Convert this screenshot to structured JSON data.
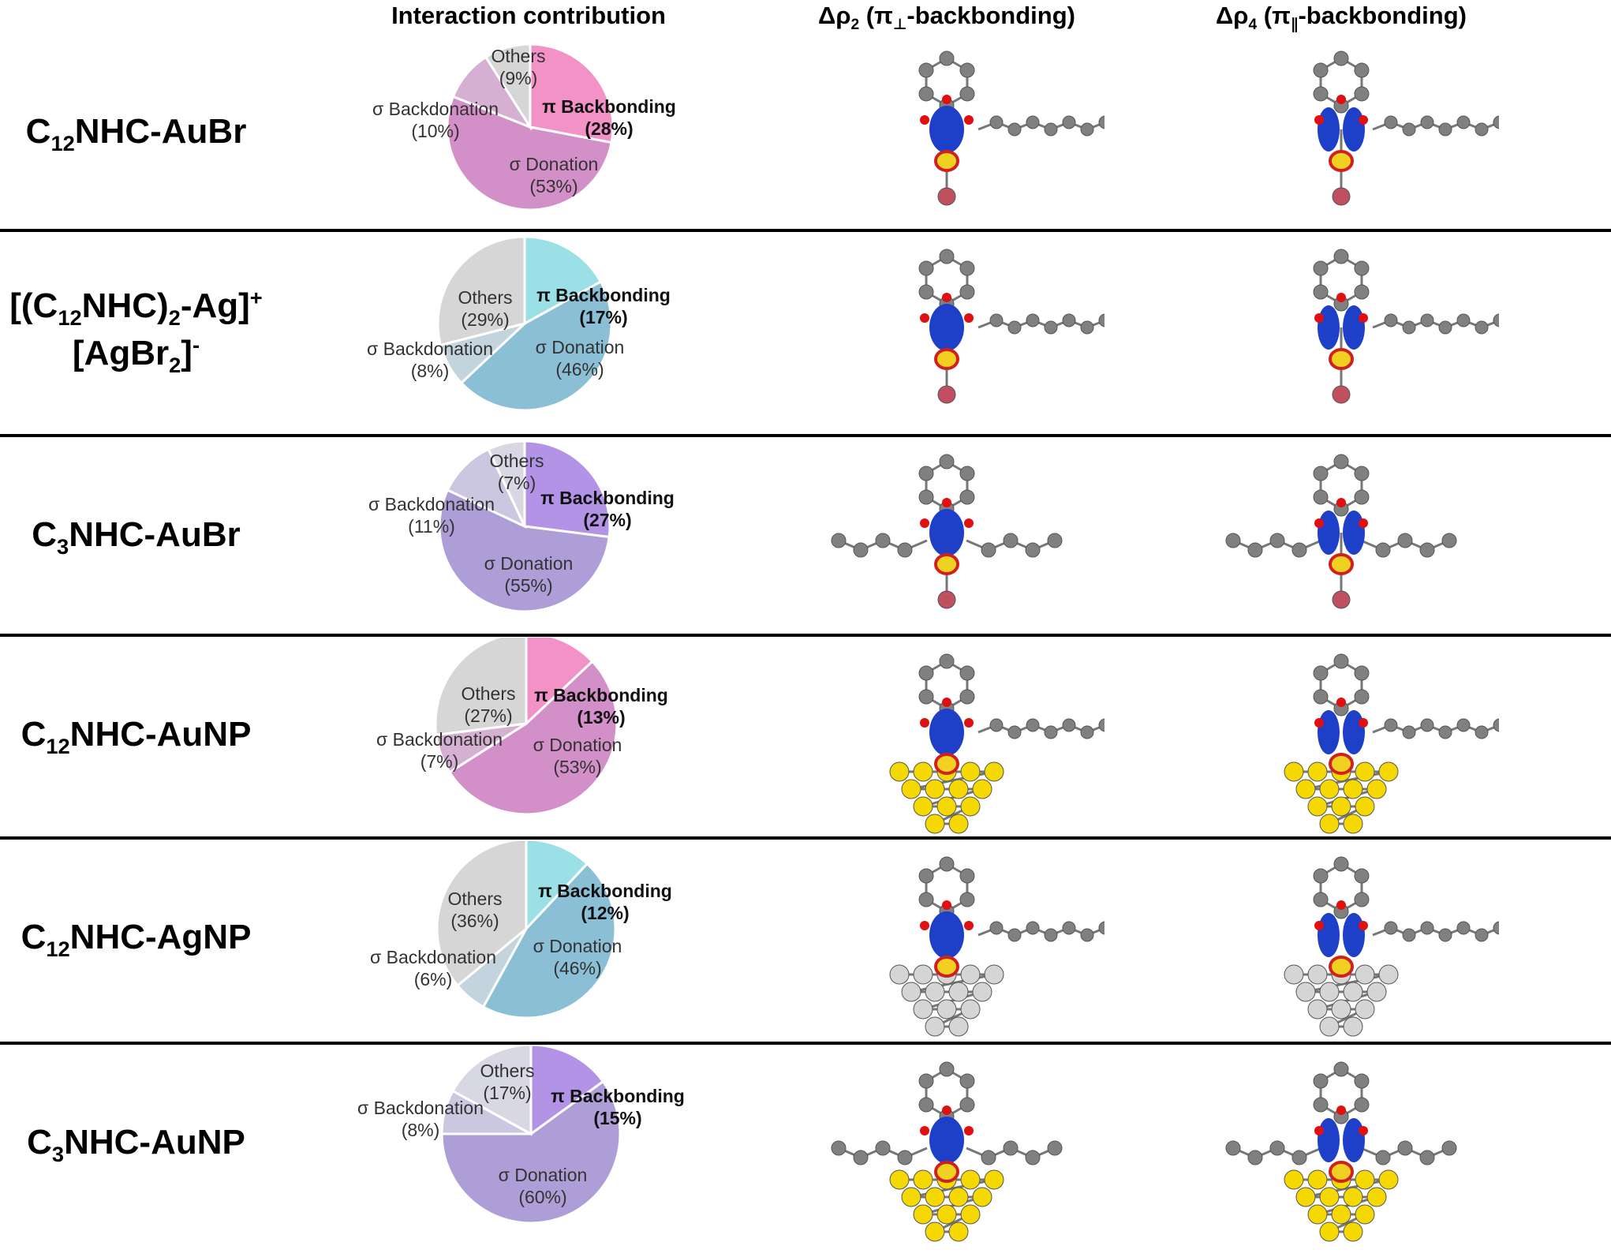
{
  "headers": {
    "pie": "Interaction contribution",
    "rho2_main": "Δρ",
    "rho2_sub": "2",
    "rho2_rest": " (π",
    "rho2_perp": "⊥",
    "rho2_tail": "-backbonding)",
    "rho4_main": "Δρ",
    "rho4_sub": "4",
    "rho4_rest": " (π",
    "rho4_par": "∥",
    "rho4_tail": "-backbonding)"
  },
  "rows": [
    {
      "label_parts": [
        [
          "C",
          ""
        ],
        [
          "12",
          "sub"
        ],
        [
          "NHC-AuBr",
          ""
        ]
      ]
    },
    {
      "label_parts": [
        [
          "[(C",
          ""
        ],
        [
          "12",
          "sub"
        ],
        [
          "NHC)",
          ""
        ],
        [
          "2",
          "sub"
        ],
        [
          "-Ag]",
          ""
        ],
        [
          "+",
          "sup"
        ],
        [
          "\n",
          "br"
        ],
        [
          "[AgBr",
          ""
        ],
        [
          "2",
          "sub"
        ],
        [
          "]",
          ""
        ],
        [
          "-",
          "sup"
        ]
      ]
    },
    {
      "label_parts": [
        [
          "C",
          ""
        ],
        [
          "3",
          "sub"
        ],
        [
          "NHC-AuBr",
          ""
        ]
      ]
    },
    {
      "label_parts": [
        [
          "C",
          ""
        ],
        [
          "12",
          "sub"
        ],
        [
          "NHC-AuNP",
          ""
        ]
      ]
    },
    {
      "label_parts": [
        [
          "C",
          ""
        ],
        [
          "12",
          "sub"
        ],
        [
          "NHC-AgNP",
          ""
        ]
      ]
    },
    {
      "label_parts": [
        [
          "C",
          ""
        ],
        [
          "3",
          "sub"
        ],
        [
          "NHC-AuNP",
          ""
        ]
      ]
    }
  ],
  "colors": {
    "pink": "#F292C6",
    "pink_dark": "#D38FC7",
    "pink_mid": "#D6B0D2",
    "cyan": "#9AE0E6",
    "teal": "#8BBFD5",
    "purple": "#B293E6",
    "lavender": "#AE9ED8",
    "lavender_light": "#CCC7E0",
    "grey": "#D6D6D6",
    "grey_light": "#DCDAE4",
    "grey_lav": "#D8D8E4"
  },
  "chart_data": [
    {
      "type": "pie",
      "slices": [
        {
          "label": "π Backbonding",
          "value": 28,
          "pct": "(28%)",
          "color": "#F292C6",
          "bold": true
        },
        {
          "label": "σ Donation",
          "value": 53,
          "pct": "(53%)",
          "color": "#D38FC7",
          "bold": false
        },
        {
          "label": "σ Backdonation",
          "value": 10,
          "pct": "(10%)",
          "color": "#D6B0D2",
          "bold": false
        },
        {
          "label": "Others",
          "value": 9,
          "pct": "(9%)",
          "color": "#D6D6D6",
          "bold": false
        }
      ]
    },
    {
      "type": "pie",
      "slices": [
        {
          "label": "π Backbonding",
          "value": 17,
          "pct": "(17%)",
          "color": "#9AE0E6",
          "bold": true
        },
        {
          "label": "σ Donation",
          "value": 46,
          "pct": "(46%)",
          "color": "#8BBFD5",
          "bold": false
        },
        {
          "label": "σ Backdonation",
          "value": 8,
          "pct": "(8%)",
          "color": "#C3D4DE",
          "bold": false
        },
        {
          "label": "Others",
          "value": 29,
          "pct": "(29%)",
          "color": "#D6D6D6",
          "bold": false
        }
      ]
    },
    {
      "type": "pie",
      "slices": [
        {
          "label": "π Backbonding",
          "value": 27,
          "pct": "(27%)",
          "color": "#B293E6",
          "bold": true
        },
        {
          "label": "σ Donation",
          "value": 55,
          "pct": "(55%)",
          "color": "#AE9ED8",
          "bold": false
        },
        {
          "label": "σ Backdonation",
          "value": 11,
          "pct": "(11%)",
          "color": "#CCC7E0",
          "bold": false
        },
        {
          "label": "Others",
          "value": 7,
          "pct": "(7%)",
          "color": "#D8D8E4",
          "bold": false
        }
      ]
    },
    {
      "type": "pie",
      "slices": [
        {
          "label": "π Backbonding",
          "value": 13,
          "pct": "(13%)",
          "color": "#F292C6",
          "bold": true
        },
        {
          "label": "σ Donation",
          "value": 53,
          "pct": "(53%)",
          "color": "#D38FC7",
          "bold": false
        },
        {
          "label": "σ Backdonation",
          "value": 7,
          "pct": "(7%)",
          "color": "#D6B0D2",
          "bold": false
        },
        {
          "label": "Others",
          "value": 27,
          "pct": "(27%)",
          "color": "#D6D6D6",
          "bold": false
        }
      ]
    },
    {
      "type": "pie",
      "slices": [
        {
          "label": "π Backbonding",
          "value": 12,
          "pct": "(12%)",
          "color": "#9AE0E6",
          "bold": true
        },
        {
          "label": "σ Donation",
          "value": 46,
          "pct": "(46%)",
          "color": "#8BBFD5",
          "bold": false
        },
        {
          "label": "σ Backdonation",
          "value": 6,
          "pct": "(6%)",
          "color": "#C3D4DE",
          "bold": false
        },
        {
          "label": "Others",
          "value": 36,
          "pct": "(36%)",
          "color": "#D6D6D6",
          "bold": false
        }
      ]
    },
    {
      "type": "pie",
      "slices": [
        {
          "label": "π Backbonding",
          "value": 15,
          "pct": "(15%)",
          "color": "#B293E6",
          "bold": true
        },
        {
          "label": "σ Donation",
          "value": 60,
          "pct": "(60%)",
          "color": "#AE9ED8",
          "bold": false
        },
        {
          "label": "σ Backdonation",
          "value": 8,
          "pct": "(8%)",
          "color": "#CCC7E0",
          "bold": false
        },
        {
          "label": "Others",
          "value": 17,
          "pct": "(17%)",
          "color": "#D8D8E4",
          "bold": false
        }
      ]
    }
  ]
}
